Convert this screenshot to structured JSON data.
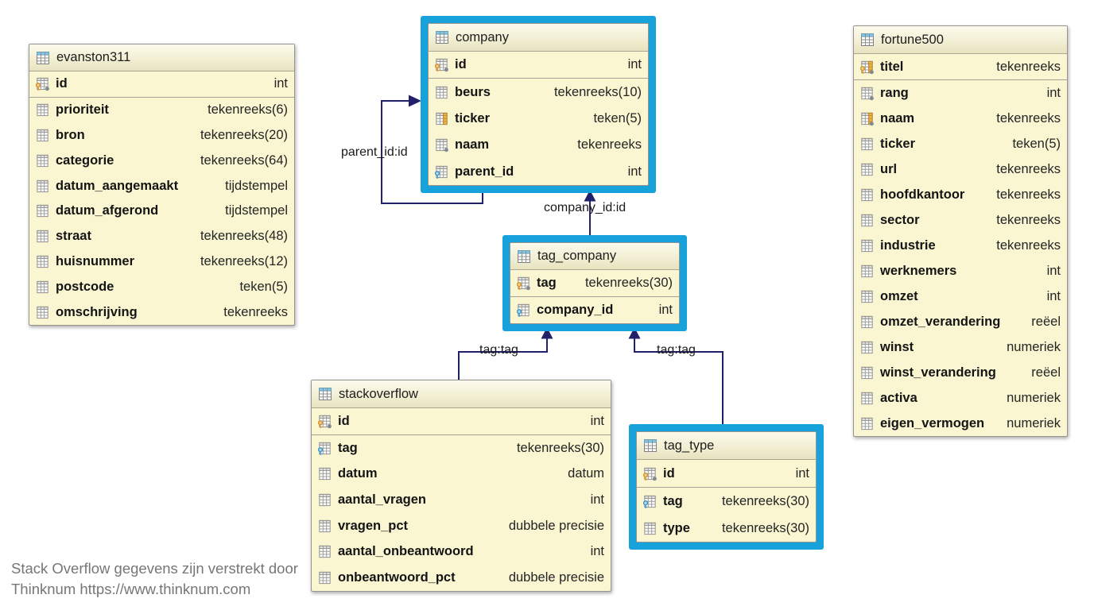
{
  "footer": {
    "line1": "Stack Overflow gegevens zijn verstrekt door",
    "line2": "Thinknum https://www.thinknum.com"
  },
  "colors": {
    "highlight_frame": "#17A2DC",
    "table_fill": "#FAF6D2",
    "relationship_line": "#21216B"
  },
  "relationships": [
    {
      "key": "parent-id",
      "label": "parent_id:id"
    },
    {
      "key": "company-id",
      "label": "company_id:id"
    },
    {
      "key": "tag-left",
      "label": "tag:tag"
    },
    {
      "key": "tag-right",
      "label": "tag:tag"
    }
  ],
  "tables": [
    {
      "key": "evanston311",
      "title": "evanston311",
      "highlighted": false,
      "columns": [
        {
          "name": "id",
          "type": "int",
          "icon": "pk",
          "is_key": true
        },
        {
          "name": "prioriteit",
          "type": "tekenreeks(6)",
          "icon": "col"
        },
        {
          "name": "bron",
          "type": "tekenreeks(20)",
          "icon": "col"
        },
        {
          "name": "categorie",
          "type": "tekenreeks(64)",
          "icon": "col"
        },
        {
          "name": "datum_aangemaakt",
          "type": "tijdstempel",
          "icon": "col"
        },
        {
          "name": "datum_afgerond",
          "type": "tijdstempel",
          "icon": "col"
        },
        {
          "name": "straat",
          "type": "tekenreeks(48)",
          "icon": "col"
        },
        {
          "name": "huisnummer",
          "type": "tekenreeks(12)",
          "icon": "col"
        },
        {
          "name": "postcode",
          "type": "teken(5)",
          "icon": "col"
        },
        {
          "name": "omschrijving",
          "type": "tekenreeks",
          "icon": "col"
        }
      ]
    },
    {
      "key": "company",
      "title": "company",
      "highlighted": true,
      "columns": [
        {
          "name": "id",
          "type": "int",
          "icon": "pk",
          "is_key": true
        },
        {
          "name": "beurs",
          "type": "tekenreeks(10)",
          "icon": "col"
        },
        {
          "name": "ticker",
          "type": "teken(5)",
          "icon": "col-idx"
        },
        {
          "name": "naam",
          "type": "tekenreeks",
          "icon": "col-dot"
        },
        {
          "name": "parent_id",
          "type": "int",
          "icon": "fk"
        }
      ]
    },
    {
      "key": "fortune500",
      "title": "fortune500",
      "highlighted": false,
      "columns": [
        {
          "name": "titel",
          "type": "tekenreeks",
          "icon": "pk-idx",
          "is_key": true
        },
        {
          "name": "rang",
          "type": "int",
          "icon": "col-dot"
        },
        {
          "name": "naam",
          "type": "tekenreeks",
          "icon": "col-idx-dot"
        },
        {
          "name": "ticker",
          "type": "teken(5)",
          "icon": "col"
        },
        {
          "name": "url",
          "type": "tekenreeks",
          "icon": "col"
        },
        {
          "name": "hoofdkantoor",
          "type": "tekenreeks",
          "icon": "col"
        },
        {
          "name": "sector",
          "type": "tekenreeks",
          "icon": "col"
        },
        {
          "name": "industrie",
          "type": "tekenreeks",
          "icon": "col"
        },
        {
          "name": "werknemers",
          "type": "int",
          "icon": "col"
        },
        {
          "name": "omzet",
          "type": "int",
          "icon": "col"
        },
        {
          "name": "omzet_verandering",
          "type": "reëel",
          "icon": "col"
        },
        {
          "name": "winst",
          "type": "numeriek",
          "icon": "col"
        },
        {
          "name": "winst_verandering",
          "type": "reëel",
          "icon": "col"
        },
        {
          "name": "activa",
          "type": "numeriek",
          "icon": "col"
        },
        {
          "name": "eigen_vermogen",
          "type": "numeriek",
          "icon": "col"
        }
      ]
    },
    {
      "key": "tag_company",
      "title": "tag_company",
      "highlighted": true,
      "columns": [
        {
          "name": "tag",
          "type": "tekenreeks(30)",
          "icon": "pk",
          "is_key": true
        },
        {
          "name": "company_id",
          "type": "int",
          "icon": "fk"
        }
      ]
    },
    {
      "key": "stackoverflow",
      "title": "stackoverflow",
      "highlighted": false,
      "columns": [
        {
          "name": "id",
          "type": "int",
          "icon": "pk",
          "is_key": true
        },
        {
          "name": "tag",
          "type": "tekenreeks(30)",
          "icon": "fk"
        },
        {
          "name": "datum",
          "type": "datum",
          "icon": "col"
        },
        {
          "name": "aantal_vragen",
          "type": "int",
          "icon": "col"
        },
        {
          "name": "vragen_pct",
          "type": "dubbele precisie",
          "icon": "col"
        },
        {
          "name": "aantal_onbeantwoord",
          "type": "int",
          "icon": "col"
        },
        {
          "name": "onbeantwoord_pct",
          "type": "dubbele precisie",
          "icon": "col"
        }
      ]
    },
    {
      "key": "tag_type",
      "title": "tag_type",
      "highlighted": true,
      "columns": [
        {
          "name": "id",
          "type": "int",
          "icon": "pk",
          "is_key": true
        },
        {
          "name": "tag",
          "type": "tekenreeks(30)",
          "icon": "fk"
        },
        {
          "name": "type",
          "type": "tekenreeks(30)",
          "icon": "col"
        }
      ]
    }
  ]
}
